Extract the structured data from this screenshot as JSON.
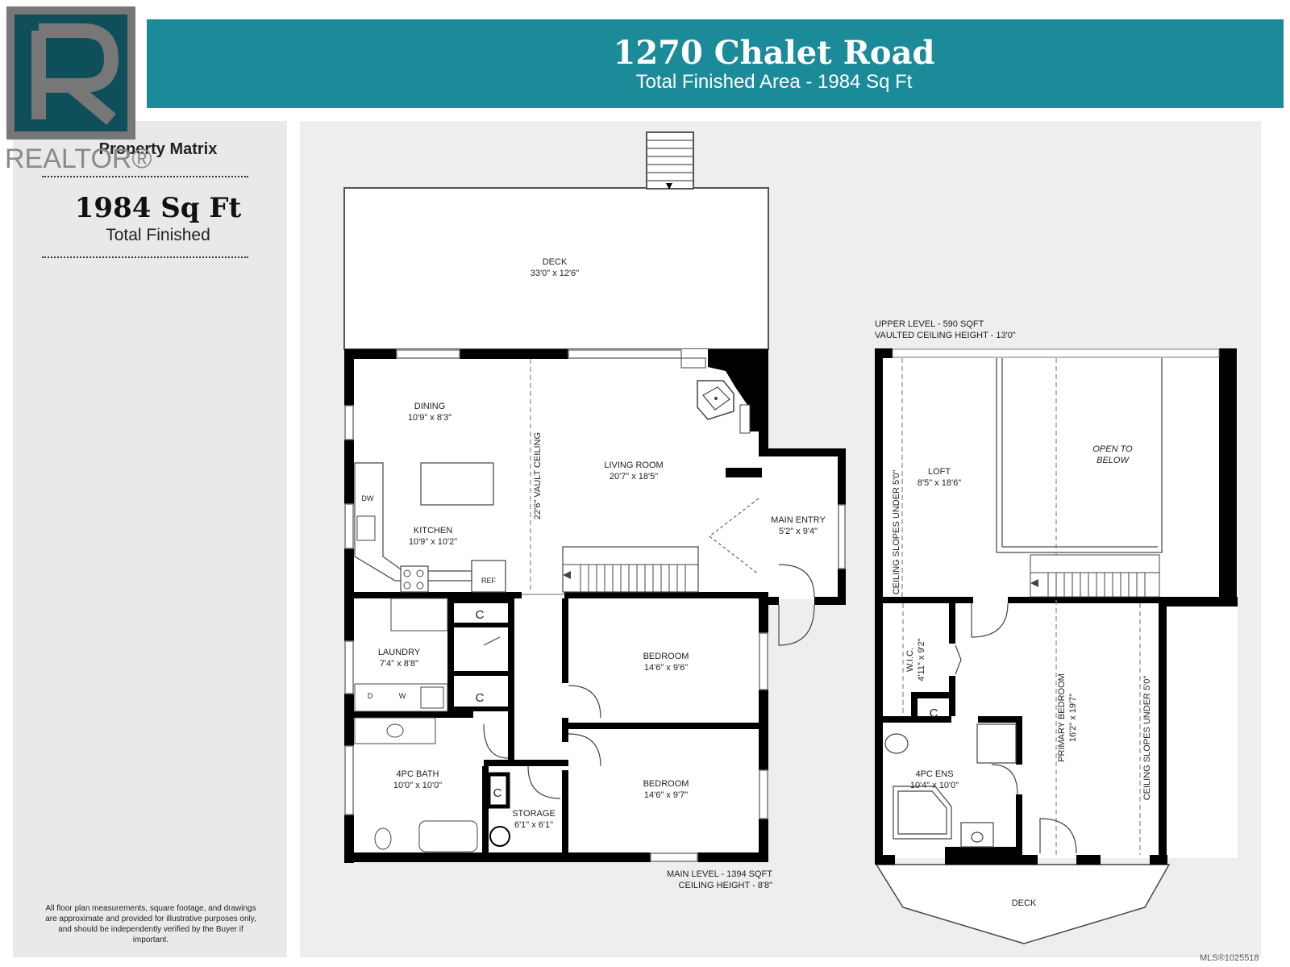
{
  "header": {
    "title": "1270 Chalet Road",
    "subtitle": "Total Finished Area - 1984 Sq Ft"
  },
  "logo": {
    "text": "REALTOR®"
  },
  "sidebar": {
    "brand": "Property Matrix",
    "sqft": "1984 Sq Ft",
    "sqft_label": "Total Finished",
    "disclaimer": "All floor plan measurements, square footage, and drawings are approximate and provided for illustrative purposes only, and should be independently verified by the Buyer if important."
  },
  "main_level": {
    "label_line1": "MAIN LEVEL - 1394 SQFT",
    "label_line2": "CEILING HEIGHT - 8'8\"",
    "rooms": {
      "deck": {
        "name": "DECK",
        "dims": "33'0\" x 12'6\""
      },
      "dining": {
        "name": "DINING",
        "dims": "10'9\" x 8'3\""
      },
      "kitchen": {
        "name": "KITCHEN",
        "dims": "10'9\" x 10'2\""
      },
      "living": {
        "name": "LIVING ROOM",
        "dims": "20'7\" x 18'5\""
      },
      "entry": {
        "name": "MAIN ENTRY",
        "dims": "5'2\" x 9'4\""
      },
      "laundry": {
        "name": "LAUNDRY",
        "dims": "7'4\" x 8'8\""
      },
      "bedroom1": {
        "name": "BEDROOM",
        "dims": "14'6\" x 9'6\""
      },
      "bedroom2": {
        "name": "BEDROOM",
        "dims": "14'6\" x 9'7\""
      },
      "bath": {
        "name": "4PC BATH",
        "dims": "10'0\" x 10'0\""
      },
      "storage": {
        "name": "STORAGE",
        "dims": "6'1\" x 6'1\""
      }
    },
    "vault_label": "22'6\" VAULT CEILING",
    "fixture_labels": {
      "dw": "DW",
      "ref": "REF",
      "d": "D",
      "w": "W",
      "closet": "C"
    }
  },
  "upper_level": {
    "label_line1": "UPPER LEVEL - 590 SQFT",
    "label_line2": "VAULTED CEILING HEIGHT - 13'0\"",
    "rooms": {
      "loft": {
        "name": "LOFT",
        "dims": "8'5\" x 18'6\""
      },
      "open": {
        "line1": "OPEN TO",
        "line2": "BELOW"
      },
      "wic": {
        "name": "W.I.C.",
        "dims": "4'11\" x 9'2\""
      },
      "ens": {
        "name": "4PC ENS",
        "dims": "10'4\" x 10'0\""
      },
      "primary": {
        "name": "PRIMARY BEDROOM",
        "dims": "16'2\" x 19'7\""
      },
      "deck": {
        "name": "DECK"
      }
    },
    "slope_label": "CEILING SLOPES UNDER 5'0\""
  },
  "footer": {
    "mls": "MLS®1025518"
  },
  "colors": {
    "header_bg": "#1b8a99",
    "sidebar_bg": "#e9e9e9",
    "plan_bg": "#eeeeee",
    "wall": "#000000"
  }
}
